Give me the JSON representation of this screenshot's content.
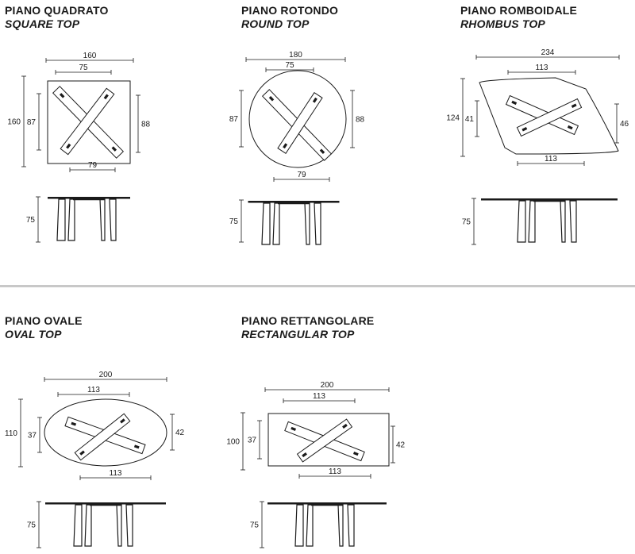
{
  "colors": {
    "line": "#1a1a1a",
    "separator": "#c8c8c8"
  },
  "tables": [
    {
      "key": "square",
      "title": "PIANO QUADRATO",
      "subtitle": "SQUARE TOP",
      "dims": {
        "width": "160",
        "base_width": "75",
        "depth": "160",
        "base_depth_left": "87",
        "base_depth_right": "88",
        "base_bottom": "79",
        "height": "75"
      }
    },
    {
      "key": "round",
      "title": "PIANO ROTONDO",
      "subtitle": "ROUND TOP",
      "dims": {
        "width": "180",
        "base_width": "75",
        "base_depth_left": "87",
        "base_depth_right": "88",
        "base_bottom": "79",
        "height": "75"
      }
    },
    {
      "key": "rhombus",
      "title": "PIANO ROMBOIDALE",
      "subtitle": "RHOMBUS TOP",
      "dims": {
        "width": "234",
        "base_width": "113",
        "depth": "124",
        "base_depth_left": "41",
        "base_depth_right": "46",
        "base_bottom": "113",
        "height": "75"
      }
    },
    {
      "key": "oval",
      "title": "PIANO OVALE",
      "subtitle": "OVAL TOP",
      "dims": {
        "width": "200",
        "base_width": "113",
        "depth": "110",
        "base_depth_left": "37",
        "base_depth_right": "42",
        "base_bottom": "113",
        "height": "75"
      }
    },
    {
      "key": "rect",
      "title": "PIANO RETTANGOLARE",
      "subtitle": "RECTANGULAR TOP",
      "dims": {
        "width": "200",
        "base_width": "113",
        "depth": "100",
        "base_depth_left": "37",
        "base_depth_right": "42",
        "base_bottom": "113",
        "height": "75"
      }
    }
  ]
}
